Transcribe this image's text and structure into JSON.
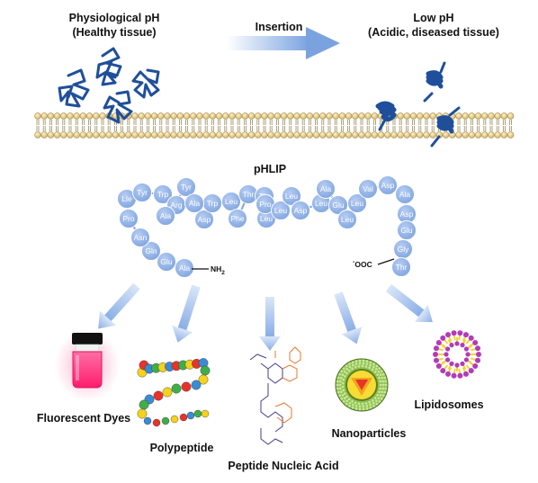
{
  "labels": {
    "physiological_line1": "Physiological pH",
    "physiological_line2": "(Healthy tissue)",
    "insertion": "Insertion",
    "low_ph_line1": "Low pH",
    "low_ph_line2": "(Acidic, diseased tissue)",
    "phlip": "pHLIP",
    "fluorescent_dyes": "Fluorescent Dyes",
    "polypeptide": "Polypeptide",
    "pna": "Peptide Nucleic Acid",
    "nanoparticles": "Nanoparticles",
    "lipidosomes": "Lipidosomes"
  },
  "termini": {
    "n_term": "NH",
    "n_sub": "2",
    "c_prefix": "-",
    "c_term": "OOC"
  },
  "sequence": [
    "Ala",
    "Glu",
    "Gln",
    "Asn",
    "Pro",
    "Lle",
    "Tyr",
    "Trp",
    "Arg",
    "Ala",
    "Tyr",
    "Asp",
    "Trp",
    "Ala",
    "Leu",
    "Phe",
    "Thr",
    "Thr",
    "Leu",
    "Pro",
    "Leu",
    "Leu",
    "Asp",
    "Leu",
    "Ala",
    "Glu",
    "Leu",
    "Leu",
    "Val",
    "Asp",
    "Ala",
    "Asp",
    "Glu",
    "Gly",
    "Thr"
  ],
  "colors": {
    "residue": "#8fb0e6",
    "arrow": "#9ebde8",
    "peptide_coil": "#1f4f9a",
    "lipid_head": "#e8d49a",
    "vial_liquid": "#ff2e7e",
    "vial_cap": "#111111",
    "nanoparticle_shell": "#8fc04f",
    "nanoparticle_mid": "#f5a21d",
    "nanoparticle_core": "#e6352b",
    "lipidosome_head": "#b33bb8",
    "lipidosome_tail": "#f6d23a"
  }
}
